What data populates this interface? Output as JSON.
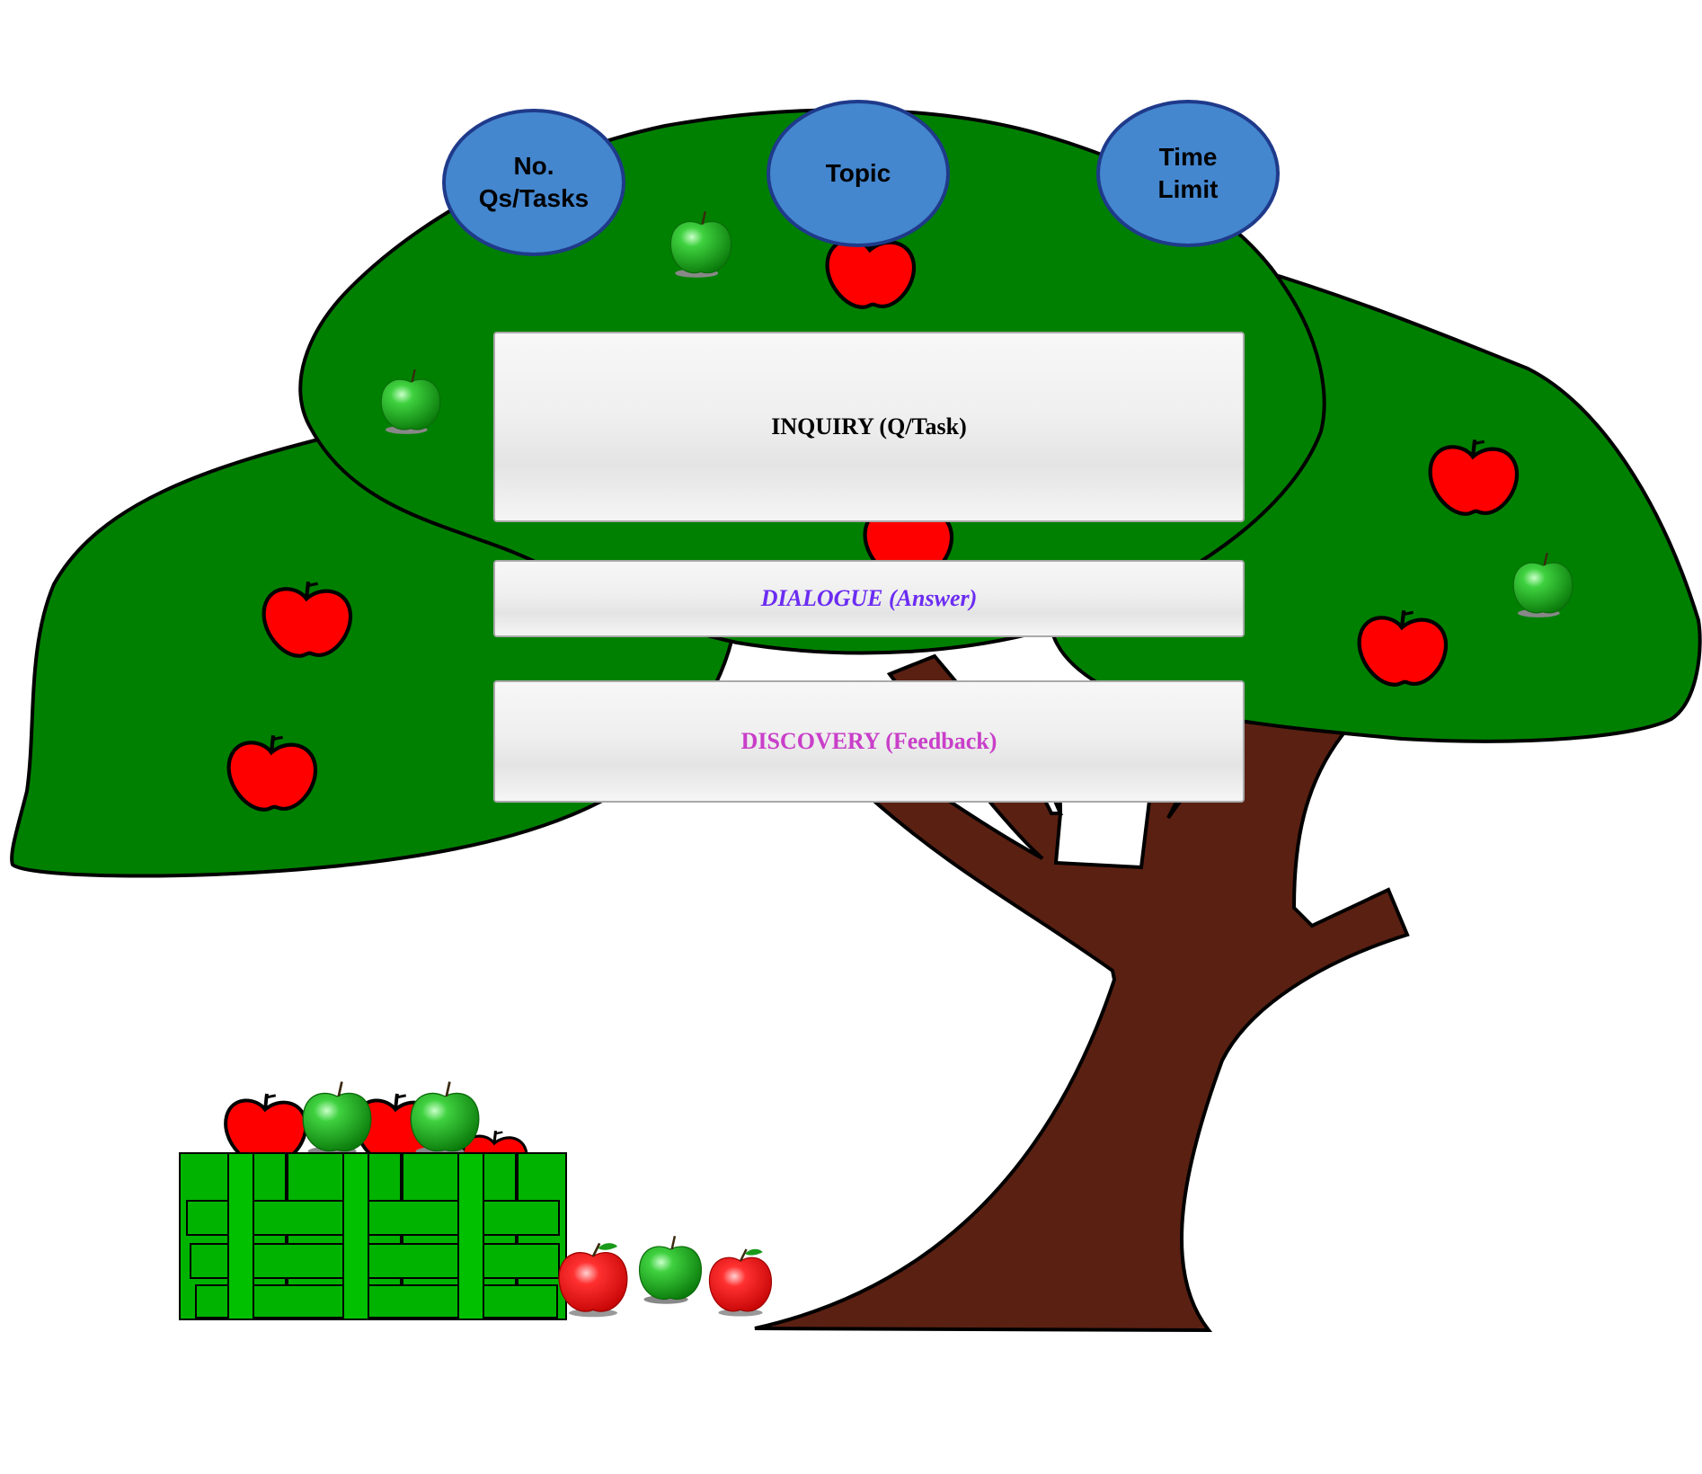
{
  "ovals": [
    {
      "id": "count",
      "label": "No.\nQs/Tasks"
    },
    {
      "id": "topic",
      "label": "Topic"
    },
    {
      "id": "time",
      "label": "Time\nLimit"
    }
  ],
  "panels": {
    "inquiry": "INQUIRY (Q/Task)",
    "dialogue": "DIALOGUE (Answer)",
    "discovery": "DISCOVERY (Feedback)"
  },
  "colors": {
    "foliage": "#008000",
    "trunk": "#5a2012",
    "oval_fill": "#4487cf",
    "oval_stroke": "#1f3a8a",
    "red_apple": "#ff0000",
    "green_apple": "#19b519",
    "basket": "#00b300",
    "dialogue_text": "#6b2cf2",
    "discovery_text": "#c93fc9"
  },
  "icons": [
    "red-apple-icon",
    "green-apple-icon",
    "basket-icon",
    "tree-icon"
  ]
}
